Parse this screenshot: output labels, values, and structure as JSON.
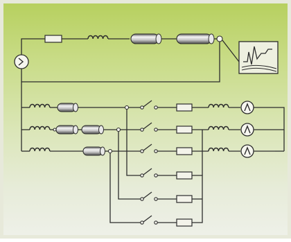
{
  "diagram": {
    "description_visible_text": [],
    "colors": {
      "background_top": "#b7d05f",
      "background_bottom": "#eef0e8",
      "border": "#e7e9da",
      "wire": "#2c2c2c",
      "cable_highlight": "#f2f2f2",
      "cable_shade": "#6e6e6e"
    },
    "components": {
      "top_branch": [
        "resistor",
        "inductor",
        "cable",
        "cable",
        "node",
        "display"
      ],
      "source_meter": "voltmeter-icon",
      "left_branches": [
        [
          "inductor",
          "cable"
        ],
        [
          "inductor",
          "cable",
          "cable"
        ],
        [
          "inductor",
          "cable"
        ]
      ],
      "right_branches": [
        [
          "switch",
          "resistor",
          "inductor",
          "meter"
        ],
        [
          "switch",
          "resistor",
          "inductor",
          "meter"
        ],
        [
          "switch",
          "resistor",
          "inductor",
          "meter"
        ],
        [
          "switch",
          "resistor"
        ],
        [
          "switch",
          "resistor"
        ],
        [
          "switch",
          "resistor"
        ]
      ]
    }
  }
}
